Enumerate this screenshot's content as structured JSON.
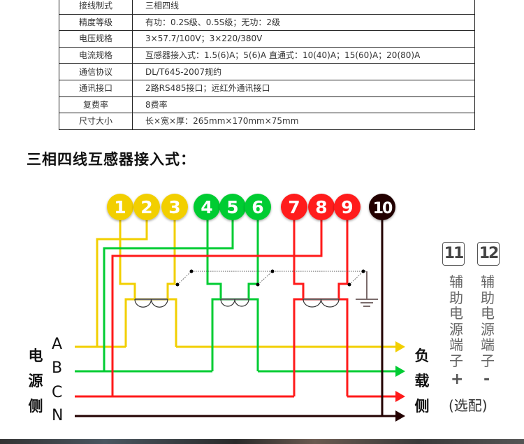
{
  "spec_table": {
    "rows": [
      {
        "key": "接线制式",
        "value": "三相四线"
      },
      {
        "key": "精度等级",
        "value": "有功：0.2S级、0.5S级；无功：2级"
      },
      {
        "key": "电压规格",
        "value": "3×57.7/100V；3×220/380V"
      },
      {
        "key": "电流规格",
        "value": "互感器接入式：1.5(6)A；5(6)A  直通式：10(40)A；15(60)A；20(80)A"
      },
      {
        "key": "通信协议",
        "value": "DL/T645-2007规约"
      },
      {
        "key": "通讯接口",
        "value": "2路RS485接口；远红外通讯接口"
      },
      {
        "key": "复费率",
        "value": "8费率"
      },
      {
        "key": "尺寸大小",
        "value": "长×宽×厚：265mm×170mm×75mm"
      }
    ]
  },
  "section_title": "三相四线互感器接入式：",
  "terminals": [
    {
      "label": "1",
      "color": "#f2cf00"
    },
    {
      "label": "2",
      "color": "#f2cf00"
    },
    {
      "label": "3",
      "color": "#f2cf00"
    },
    {
      "label": "4",
      "color": "#00cc33"
    },
    {
      "label": "5",
      "color": "#00cc33"
    },
    {
      "label": "6",
      "color": "#00cc33"
    },
    {
      "label": "7",
      "color": "#ff1a1a"
    },
    {
      "label": "8",
      "color": "#ff1a1a"
    },
    {
      "label": "9",
      "color": "#ff1a1a"
    },
    {
      "label": "10",
      "color": "#220000"
    }
  ],
  "colors": {
    "phase_a": "#f2cf00",
    "phase_b": "#00cc33",
    "phase_c": "#ff1a1a",
    "neutral": "#220000"
  },
  "source_side": {
    "chars": [
      "电",
      "源",
      "侧"
    ]
  },
  "load_side": {
    "chars": [
      "负",
      "载",
      "侧"
    ]
  },
  "phases": [
    "A",
    "B",
    "C",
    "N"
  ],
  "aux_terminals": [
    {
      "number": "11",
      "chars": [
        "辅",
        "助",
        "电",
        "源",
        "端",
        "子"
      ],
      "sign": "+"
    },
    {
      "number": "12",
      "chars": [
        "辅",
        "助",
        "电",
        "源",
        "端",
        "子"
      ],
      "sign": "-"
    }
  ],
  "aux_note": "(选配)"
}
